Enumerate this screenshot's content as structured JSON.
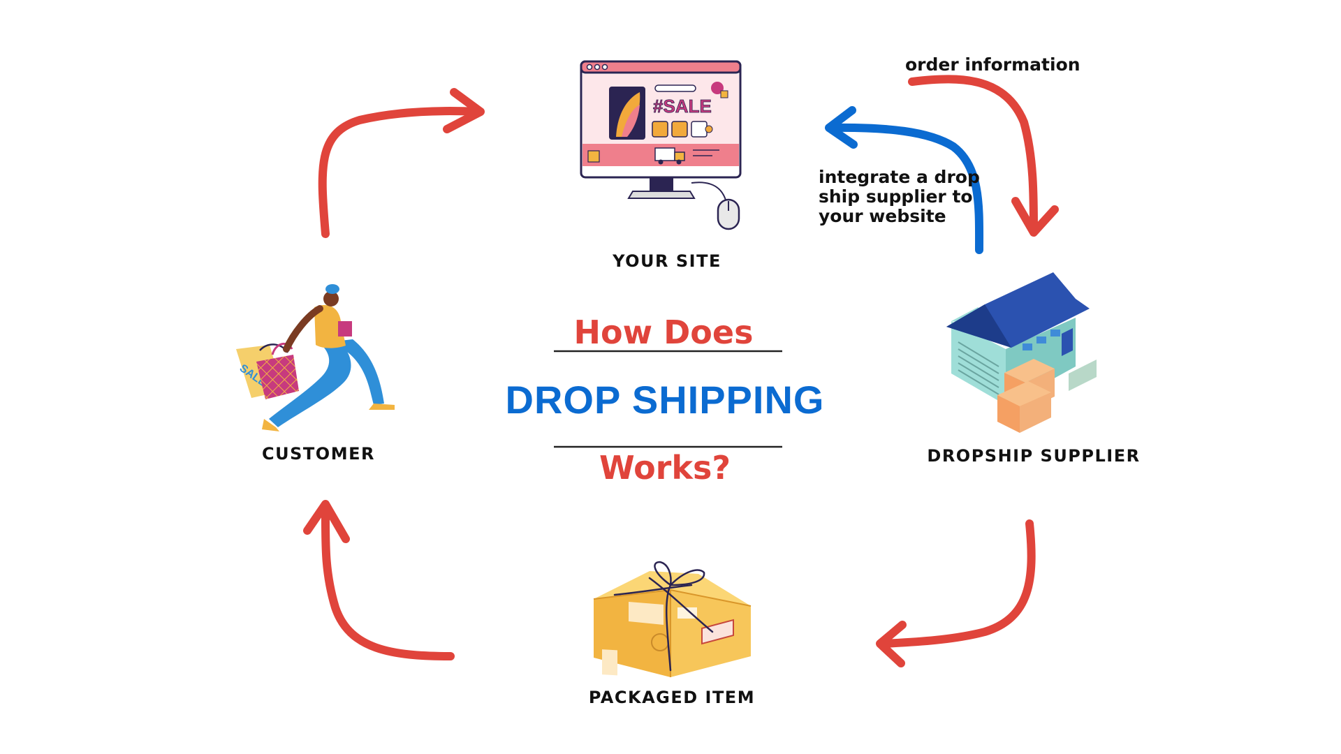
{
  "title": {
    "top": "How Does",
    "main": "DROP SHIPPING",
    "bottom": "Works?"
  },
  "nodes": {
    "your_site": {
      "label": "YOUR SITE",
      "icon": "computer-monitor-icon",
      "screen_text": "#SALE"
    },
    "supplier": {
      "label": "DROPSHIP SUPPLIER",
      "icon": "warehouse-icon"
    },
    "packaged": {
      "label": "PACKAGED ITEM",
      "icon": "package-box-icon"
    },
    "customer": {
      "label": "CUSTOMER",
      "icon": "shopper-icon",
      "bag_text": "SALE"
    }
  },
  "annotations": {
    "order": "order information",
    "integrate": [
      "integrate a drop",
      "ship supplier to",
      "your website"
    ]
  },
  "colors": {
    "red": "#e0443b",
    "blue": "#0b6bd1",
    "title_red": "#e0443b",
    "title_blue": "#0b6bd1"
  }
}
